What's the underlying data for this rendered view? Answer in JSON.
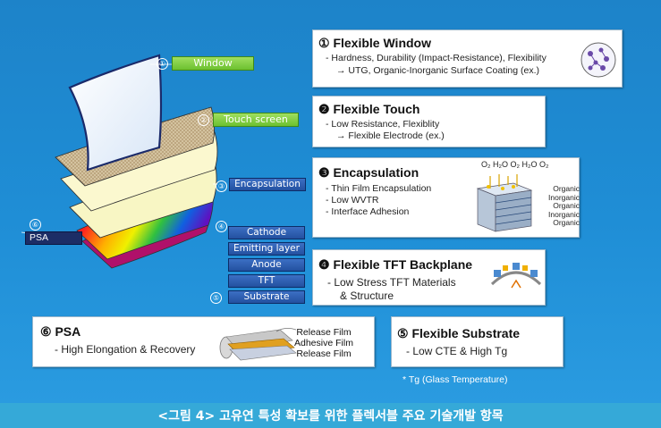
{
  "layers": {
    "window": {
      "num": "①",
      "label": "Window"
    },
    "touch": {
      "num": "②",
      "label": "Touch screen"
    },
    "encapsulation": {
      "num": "③",
      "label": "Encapsulation"
    },
    "oled_num": "④",
    "cathode": "Cathode",
    "emitting": "Emitting layer",
    "anode": "Anode",
    "tft": "TFT",
    "substrate": {
      "num": "⑤",
      "label": "Substrate"
    },
    "psa": {
      "num": "⑥",
      "label": "PSA"
    }
  },
  "boxes": {
    "window": {
      "title": "① Flexible Window",
      "line1": "- Hardness, Durability (Impact-Resistance), Flexibility",
      "line2": "→ UTG, Organic-Inorganic Surface Coating (ex.)"
    },
    "touch": {
      "title": "❷ Flexible Touch",
      "line1": "- Low Resistance, Flexiblity",
      "line2": "→ Flexible Electrode (ex.)"
    },
    "encap": {
      "title": "❸ Encapsulation",
      "line1": "- Thin Film Encapsulation",
      "line2": "- Low WVTR",
      "line3": "- Interface Adhesion",
      "molecules": "O₂ H₂O O₂ H₂O O₂",
      "stack": [
        "Organic",
        "Inorganic",
        "Organic",
        "Inorganic",
        "Organic"
      ]
    },
    "tft": {
      "title": "❹ Flexible TFT Backplane",
      "line1": "- Low Stress TFT Materials",
      "line2": "& Structure"
    },
    "psa": {
      "title": "⑥ PSA",
      "line1": "- High Elongation & Recovery",
      "films": [
        "Release Film",
        "Adhesive Film",
        "Release Film"
      ]
    },
    "substrate": {
      "title": "⑤ Flexible Substrate",
      "line1": "- Low CTE & High Tg"
    }
  },
  "footnote": "* Tg (Glass Temperature)",
  "caption": "<그림 4> 고유연 특성 확보를 위한 플렉서블 주요 기술개발 항목"
}
